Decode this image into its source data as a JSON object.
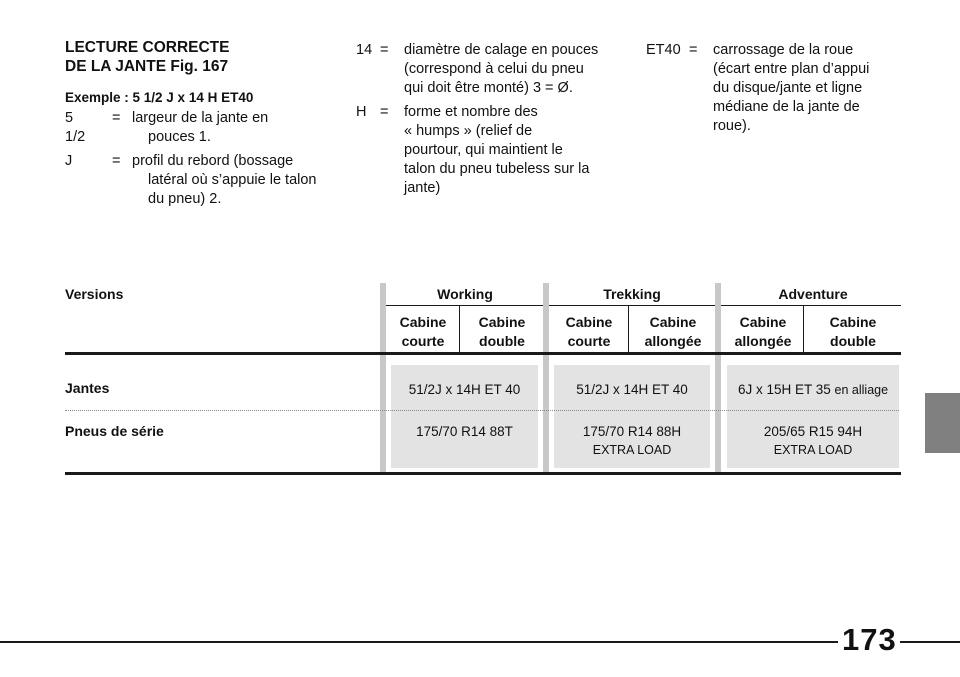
{
  "heading": {
    "line1": "LECTURE CORRECTE",
    "line2": "DE LA JANTE Fig. 167"
  },
  "example": "Exemple : 5 1/2 J x 14 H ET40",
  "definitions": [
    {
      "key": "5 1/2",
      "eq": "=",
      "lines": [
        "largeur de la jante en",
        "pouces 1."
      ]
    },
    {
      "key": "J",
      "eq": "=",
      "lines": [
        "profil du rebord (bossage",
        "latéral où s’appuie le talon",
        "du pneu) 2."
      ]
    },
    {
      "key": "14",
      "eq": "=",
      "lines": [
        "diamètre de calage en pouces",
        "(correspond à celui du pneu",
        "qui doit être monté) 3 = Ø."
      ]
    },
    {
      "key": "H",
      "eq": "=",
      "lines": [
        "forme et nombre des",
        "« humps » (relief de",
        "pourtour, qui maintient le",
        "talon du pneu tubeless sur la",
        "jante)"
      ]
    },
    {
      "key": "ET40",
      "eq": "=",
      "lines": [
        "carrossage de la roue",
        "(écart entre plan d’appui",
        "du disque/jante et ligne",
        "médiane de la jante de",
        "roue)."
      ]
    }
  ],
  "table": {
    "versions_label": "Versions",
    "groups": [
      "Working",
      "Trekking",
      "Adventure"
    ],
    "subheaders": [
      [
        "Cabine",
        "courte"
      ],
      [
        "Cabine",
        "double"
      ],
      [
        "Cabine",
        "courte"
      ],
      [
        "Cabine",
        "allongée"
      ],
      [
        "Cabine",
        "allongée"
      ],
      [
        "Cabine",
        "double"
      ]
    ],
    "rows": [
      {
        "label": "Jantes",
        "cells": [
          {
            "main": "51/2J x 14H ET 40",
            "extra": ""
          },
          {
            "main": "51/2J x 14H ET 40",
            "extra": ""
          },
          {
            "main": "6J x 15H ET 35",
            "extra": "en alliage"
          }
        ]
      },
      {
        "label": "Pneus de série",
        "cells": [
          {
            "main": "175/70 R14 88T",
            "extra": ""
          },
          {
            "main": "175/70 R14 88H",
            "extra": "EXTRA LOAD"
          },
          {
            "main": "205/65 R15 94H",
            "extra": "EXTRA LOAD"
          }
        ]
      }
    ]
  },
  "page_number": "173"
}
